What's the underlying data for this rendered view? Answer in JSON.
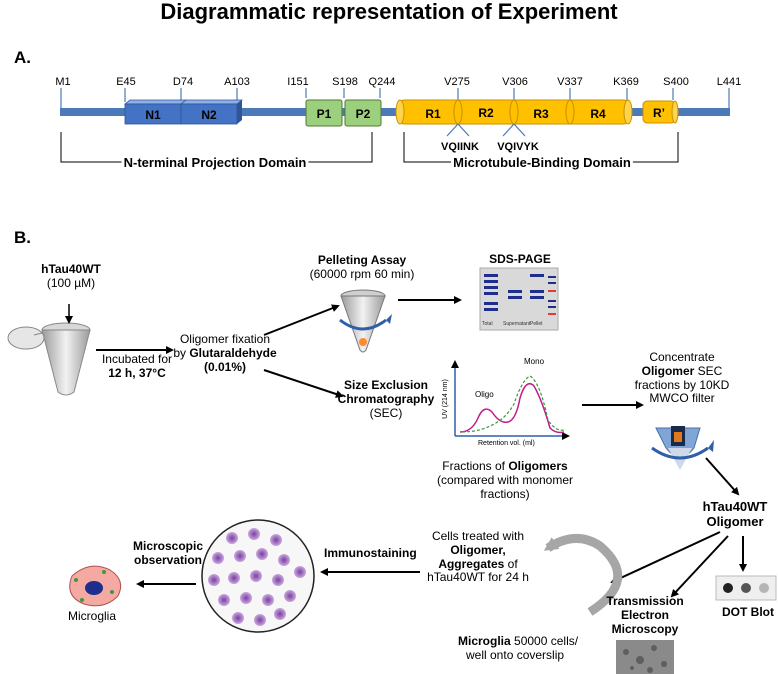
{
  "title": "Diagrammatic representation of Experiment",
  "panel_a": {
    "label": "A.",
    "positions": [
      "M1",
      "E45",
      "D74",
      "A103",
      "I151",
      "S198",
      "Q244",
      "V275",
      "V306",
      "V337",
      "K369",
      "S400",
      "L441"
    ],
    "domains": [
      "N1",
      "N2",
      "P1",
      "P2",
      "R1",
      "R2",
      "R3",
      "R4",
      "R’"
    ],
    "motifs": [
      "VQIINK",
      "VQIVYK"
    ],
    "n_terminal_label": "N-terminal Projection Domain",
    "mtbd_label": "Microtubule-Binding Domain",
    "colors": {
      "n_domain": "#4472c4",
      "p_domain": "#9dd07e",
      "r_domain": "#ffc000",
      "backbone": "#4a7ab8"
    }
  },
  "panel_b": {
    "label": "B.",
    "protein": {
      "name": "hTau40WT",
      "conc": "(100 µM)"
    },
    "incubation": {
      "line1": "Incubated for",
      "line2": "12 h, 37°C"
    },
    "fixation": {
      "line1": "Oligomer fixation",
      "line2_prefix": "by ",
      "line2_bold": "Glutaraldehyde",
      "line3": "(0.01%)"
    },
    "pelleting": {
      "title": "Pelleting Assay",
      "sub": "(60000 rpm 60 min)"
    },
    "sds": {
      "title": "SDS-PAGE",
      "lanes": [
        "Total",
        "Supernatant",
        "Pellet"
      ]
    },
    "sec": {
      "line1": "Size Exclusion",
      "line2": "Chromatography",
      "line3": "(SEC)"
    },
    "chromatogram": {
      "y_label": "UV (214 nm)",
      "x_label": "Retention vol. (ml)",
      "peak_oligo": "Oligo",
      "peak_mono": "Mono"
    },
    "fractions": {
      "line1_prefix": "Fractions of ",
      "line1_bold": "Oligomers",
      "line2": "(compared with monomer",
      "line3": "fractions)"
    },
    "concentrate": {
      "line1": "Concentrate",
      "line2_bold": "Oligomer",
      "line2_suffix": " SEC",
      "line3": "fractions by 10KD",
      "line4": "MWCO filter"
    },
    "product": {
      "line1": "hTau40WT",
      "line2": "Oligomer"
    },
    "tem": {
      "line1": "Transmission",
      "line2": "Electron",
      "line3": "Microscopy"
    },
    "dot_blot": "DOT Blot",
    "treatment": {
      "line1": "Cells treated with",
      "line2": "Oligomer,",
      "line3_bold": "Aggregates",
      "line3_suffix": " of",
      "line4": "hTau40WT for 24 h"
    },
    "seeding": {
      "bold": "Microglia",
      "suffix": " 50000 cells/",
      "line2": "well onto coverslip"
    },
    "immunostaining": "Immunostaining",
    "microscopic": {
      "line1": "Microscopic",
      "line2": "observation"
    },
    "microglia_label": "Microglia"
  }
}
